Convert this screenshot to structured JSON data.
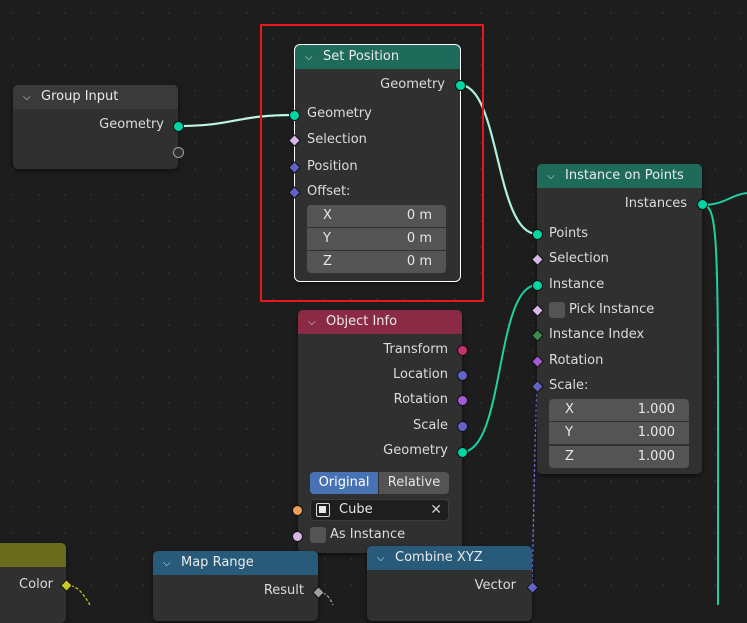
{
  "nodes": {
    "group_input": {
      "title": "Group Input",
      "geometry": "Geometry"
    },
    "set_position": {
      "title": "Set Position",
      "out_geometry": "Geometry",
      "in_geometry": "Geometry",
      "selection": "Selection",
      "position": "Position",
      "offset": "Offset:",
      "x_label": "X",
      "x_value": "0 m",
      "y_label": "Y",
      "y_value": "0 m",
      "z_label": "Z",
      "z_value": "0 m"
    },
    "instance_on_points": {
      "title": "Instance on Points",
      "instances": "Instances",
      "points": "Points",
      "selection": "Selection",
      "instance": "Instance",
      "pick_instance": "Pick Instance",
      "instance_index": "Instance Index",
      "rotation": "Rotation",
      "scale": "Scale:",
      "x_label": "X",
      "x_value": "1.000",
      "y_label": "Y",
      "y_value": "1.000",
      "z_label": "Z",
      "z_value": "1.000"
    },
    "object_info": {
      "title": "Object Info",
      "transform": "Transform",
      "location": "Location",
      "rotation": "Rotation",
      "scale": "Scale",
      "geometry": "Geometry",
      "mode_original": "Original",
      "mode_relative": "Relative",
      "object_name": "Cube",
      "as_instance": "As Instance"
    },
    "color_node": {
      "color": "Color"
    },
    "map_range": {
      "title": "Map Range",
      "result": "Result"
    },
    "combine_xyz": {
      "title": "Combine XYZ",
      "vector": "Vector"
    }
  },
  "colors": {
    "geometry_socket": "#00d6a3",
    "geometry_header": "#1e6b5a",
    "object_info_header": "#8a2a45",
    "map_range_header": "#285b7a",
    "color_node_header": "#6b6b1e",
    "selection_highlight": "#e8191c",
    "active_mode": "#4772b3"
  }
}
